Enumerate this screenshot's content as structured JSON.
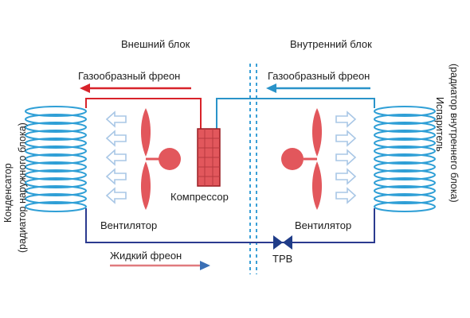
{
  "labels": {
    "outdoor_unit": "Внешний блок",
    "indoor_unit": "Внутренний блок",
    "gas_freon_left": "Газообразный фреон",
    "gas_freon_right": "Газообразный фреон",
    "compressor": "Компрессор",
    "fan_left": "Вентилятор",
    "fan_right": "Вентилятор",
    "liquid_freon": "Жидкий фреон",
    "trv": "TPB",
    "condenser": "Конденсатор",
    "condenser_sub": "(радиатор наружного блока)",
    "evaporator": "Испаритель",
    "evaporator_sub": "(радиатор внутреннего блока)"
  },
  "colors": {
    "hot_line": "#d8232a",
    "cold_line": "#2a93c9",
    "liquid_line": "#2b3a8f",
    "coil": "#2f9fd6",
    "fan": "#e2575c",
    "divider": "#3aa0d6",
    "air_arrow": "#a9c7e6"
  },
  "icons": [
    "fan-icon",
    "compressor-icon",
    "expansion-valve-icon",
    "coil-icon",
    "airflow-arrow-icon"
  ]
}
